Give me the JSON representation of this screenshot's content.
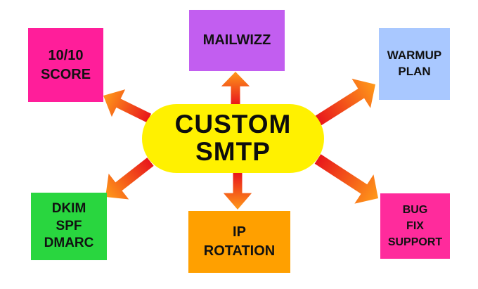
{
  "diagram": {
    "center": {
      "lines": [
        "CUSTOM",
        "SMTP"
      ],
      "color": "#fff100"
    },
    "nodes": [
      {
        "id": "mailwizz",
        "lines": [
          "MAILWIZZ"
        ],
        "color": "#c25ef0"
      },
      {
        "id": "score",
        "lines": [
          "10/10",
          "SCORE"
        ],
        "color": "#ff1e9a"
      },
      {
        "id": "warmup",
        "lines": [
          "WARMUP",
          "PLAN"
        ],
        "color": "#a9c8ff"
      },
      {
        "id": "dkim",
        "lines": [
          "DKIM",
          "SPF",
          "DMARC"
        ],
        "color": "#29d63f"
      },
      {
        "id": "ip-rotation",
        "lines": [
          "IP",
          "ROTATION"
        ],
        "color": "#ffa000"
      },
      {
        "id": "bug-fix",
        "lines": [
          "BUG",
          "FIX",
          "SUPPORT"
        ],
        "color": "#ff2b9c"
      }
    ],
    "arrow_colors": {
      "start": "#e8161b",
      "end": "#ff9a1a"
    }
  }
}
